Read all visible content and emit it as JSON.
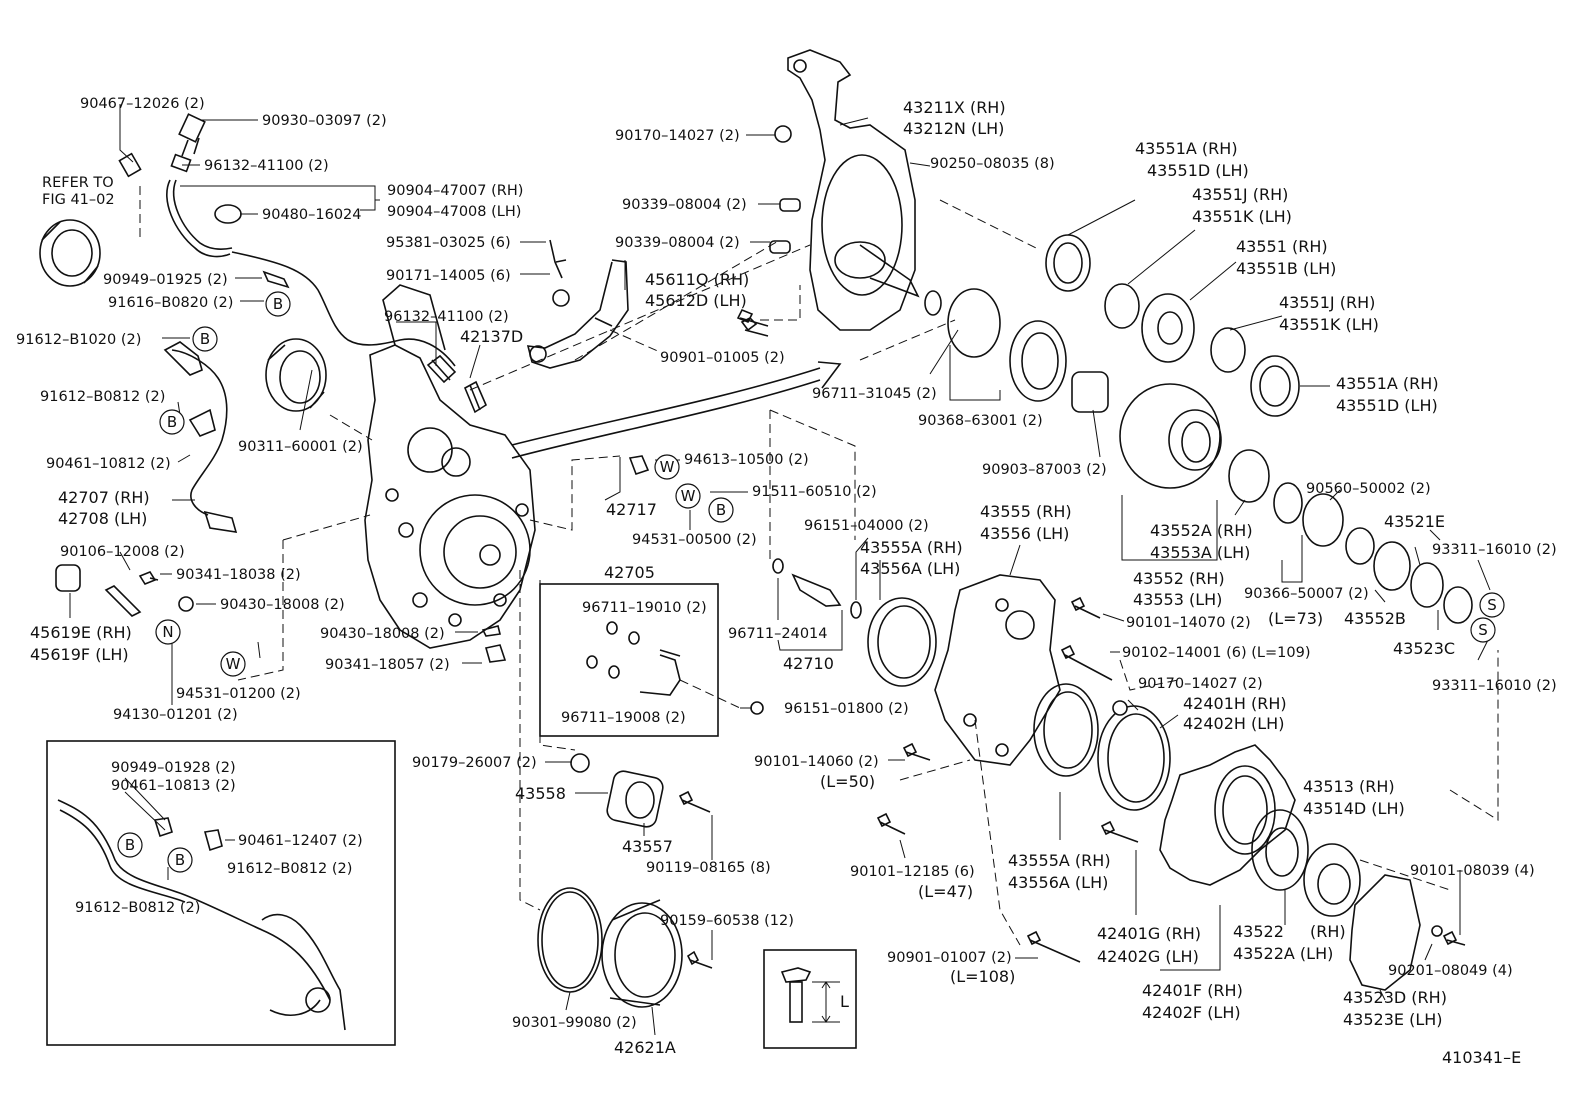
{
  "diagram_id": "410341–E",
  "refer": {
    "line1": "REFER TO",
    "line2": "FIG 41–02"
  },
  "group_42705": "42705",
  "marks": {
    "B": "B",
    "W": "W",
    "N": "N",
    "S": "S"
  },
  "bolt_dim": "L",
  "labels": {
    "l1": "90467–12026 (2)",
    "l2": "90930–03097 (2)",
    "l3": "96132–41100 (2)",
    "l4": "90904–47007 (RH)",
    "l5": "90904–47008 (LH)",
    "l6": "90480–16024",
    "l7": "90949–01925 (2)",
    "l8": "91616–B0820 (2)",
    "l9": "91612–B1020 (2)",
    "l10": "91612–B0812 (2)",
    "l11": "90461–10812 (2)",
    "l12": "42707 (RH)",
    "l13": "42708 (LH)",
    "l14": "90106–12008 (2)",
    "l15": "90341–18038 (2)",
    "l16": "90430–18008 (2)",
    "l17": "45619E (RH)",
    "l18": "45619F (LH)",
    "l19": "94531–01200 (2)",
    "l20": "94130–01201 (2)",
    "l21": "96132–41100 (2)",
    "l22": "42137D",
    "l23": "90311–60001 (2)",
    "l24": "90430–18008 (2)",
    "l25": "90341–18057 (2)",
    "l26": "90170–14027 (2)",
    "l27": "90339–08004 (2)",
    "l28": "95381–03025 (6)",
    "l29": "90339–08004 (2)",
    "l30": "90171–14005 (6)",
    "l31": "45611Q (RH)",
    "l32": "45612D (LH)",
    "l33": "90901–01005 (2)",
    "l34": "43211X (RH)",
    "l35": "43212N (LH)",
    "l36": "90250–08035 (8)",
    "l37": "94613–10500 (2)",
    "l38": "42717",
    "l39": "91511–60510 (2)",
    "l40": "94531–00500 (2)",
    "l41": "96711–19010 (2)",
    "l42": "96711–19008 (2)",
    "l43": "96151–01800 (2)",
    "l44": "90179–26007 (2)",
    "l45": "43558",
    "l46": "43557",
    "l47": "90119–08165 (8)",
    "l48": "90159–60538 (12)",
    "l49": "90301–99080 (2)",
    "l50": "42621A",
    "l51": "96151–04000 (2)",
    "l52": "96711–24014",
    "l53": "42710",
    "l54": "43555A (RH)",
    "l55": "43556A (LH)",
    "l56": "43555 (RH)",
    "l57": "43556 (LH)",
    "l58": "96711–31045 (2)",
    "l59": "90368–63001 (2)",
    "l60": "90903–87003 (2)",
    "l61": "43551A (RH)",
    "l62": "43551D (LH)",
    "l63": "43551J (RH)",
    "l64": "43551K (LH)",
    "l65": "43551   (RH)",
    "l66": "43551B (LH)",
    "l67": "43551J (RH)",
    "l68": "43551K (LH)",
    "l69": "43551A (RH)",
    "l70": "43551D (LH)",
    "l71": "43552A (RH)",
    "l72": "43553A (LH)",
    "l73": "43552 (RH)",
    "l74": "43553 (LH)",
    "l75": "90560–50002 (2)",
    "l76": "43521E",
    "l77": "93311–16010 (2)",
    "l78": "90366–50007 (2)",
    "l79": "(L=73)",
    "l80": "43552B",
    "l81": "43523C",
    "l82": "93311–16010 (2)",
    "l83": "90101–14070 (2)",
    "l84": "90102–14001 (6) (L=109)",
    "l85": "90170–14027 (2)",
    "l86": "42401H (RH)",
    "l87": "42402H (LH)",
    "l88": "90101–14060 (2)",
    "l89": "(L=50)",
    "l90": "90101–12185 (6)",
    "l91": "(L=47)",
    "l92": "43555A (RH)",
    "l93": "43556A (LH)",
    "l94": "42401G (RH)",
    "l95": "42402G (LH)",
    "l96": "90901–01007 (2)",
    "l97": "(L=108)",
    "l98": "42401F (RH)",
    "l99": "42402F (LH)",
    "l100": "43513   (RH)",
    "l101": "43514D (LH)",
    "l102": "43522",
    "l103": "43522A (LH)",
    "l104": "(RH)",
    "l105": "90101–08039 (4)",
    "l106": "90201–08049 (4)",
    "l107": "43523D (RH)",
    "l108": "43523E (LH)",
    "l109": "90949–01928 (2)",
    "l110": "90461–10813 (2)",
    "l111": "90461–12407 (2)",
    "l112": "91612–B0812 (2)",
    "l113": "91612–B0812 (2)"
  }
}
